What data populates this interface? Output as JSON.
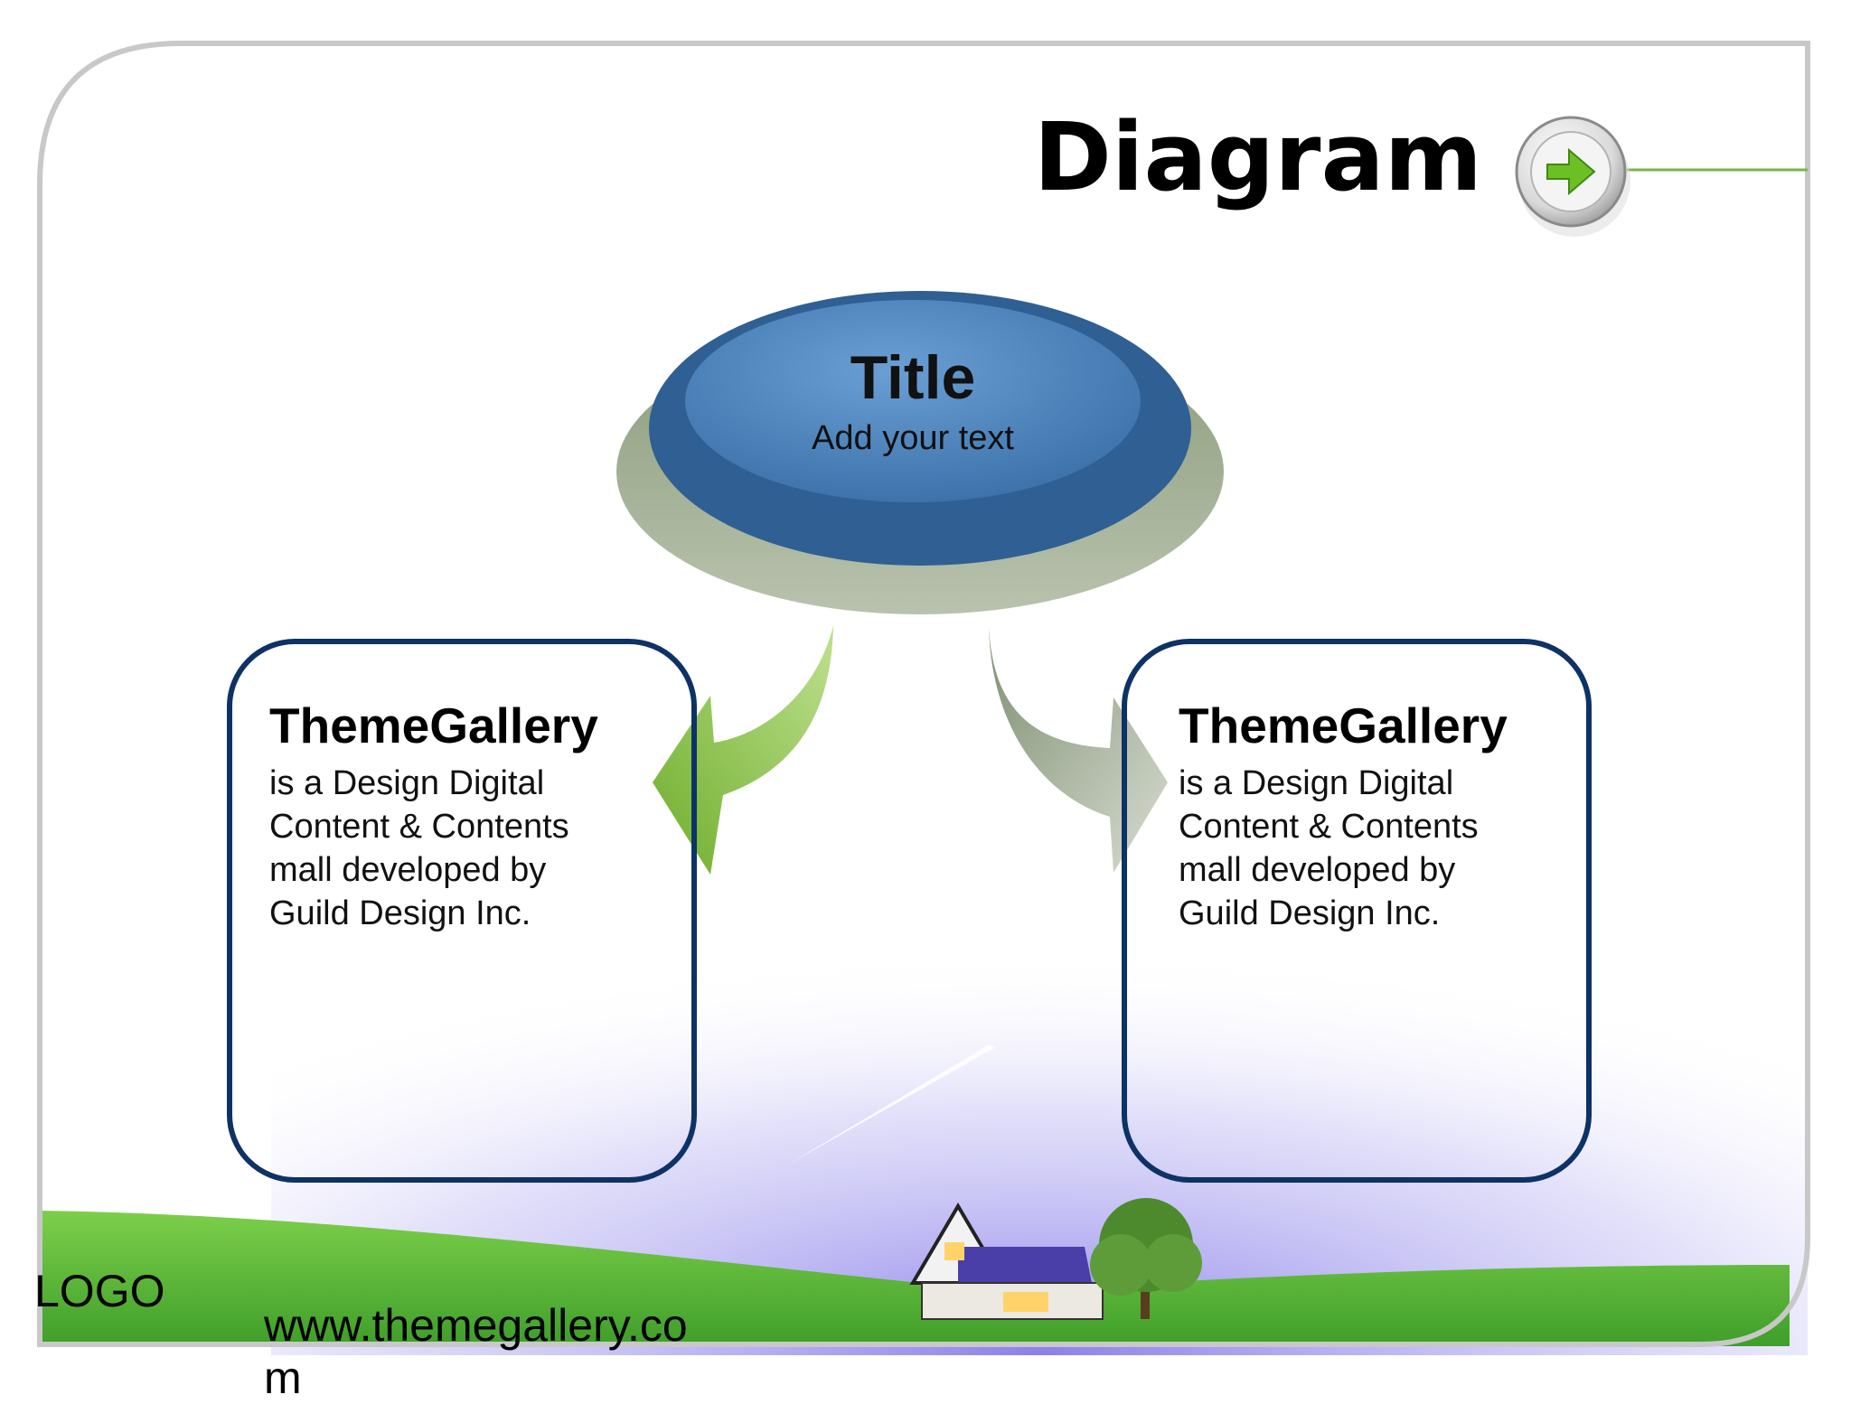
{
  "slide": {
    "title": "Diagram",
    "logo": "LOGO",
    "website": "www.themegallery.com"
  },
  "diagram": {
    "center": {
      "title": "Title",
      "text": "Add your text"
    },
    "boxes": [
      {
        "title": "ThemeGallery",
        "body": "is a Design Digital\nContent & Contents\nmall developed by\nGuild Design Inc."
      },
      {
        "title": "ThemeGallery",
        "body": "is a Design Digital\nContent & Contents\nmall developed by\nGuild Design Inc."
      }
    ]
  },
  "colors": {
    "oval_blue": "#3f78b4",
    "oval_base": "#8c9c80",
    "box_border": "#0d3266",
    "arrow_green": "#8cc152",
    "arrow_gray": "#9eaa95",
    "grass": "#5cb85c",
    "frame": "#c8c8c8",
    "accent_line": "#7ab648"
  },
  "icons": {
    "next_button": "arrow-right-icon"
  }
}
